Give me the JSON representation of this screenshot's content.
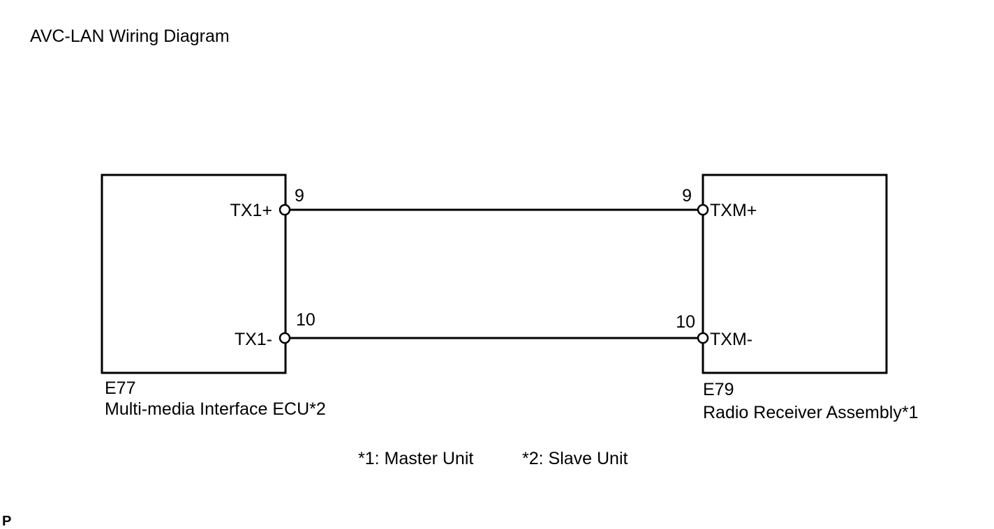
{
  "title": "AVC-LAN Wiring Diagram",
  "left_component": {
    "connector": "E77",
    "name": "Multi-media Interface ECU*2",
    "pins": [
      {
        "signal": "TX1+",
        "number": "9"
      },
      {
        "signal": "TX1-",
        "number": "10"
      }
    ]
  },
  "right_component": {
    "connector": "E79",
    "name": "Radio Receiver Assembly*1",
    "pins": [
      {
        "signal": "TXM+",
        "number": "9"
      },
      {
        "signal": "TXM-",
        "number": "10"
      }
    ]
  },
  "notes": {
    "note1": "*1: Master Unit",
    "note2": "*2: Slave Unit"
  },
  "corner_mark": "P"
}
